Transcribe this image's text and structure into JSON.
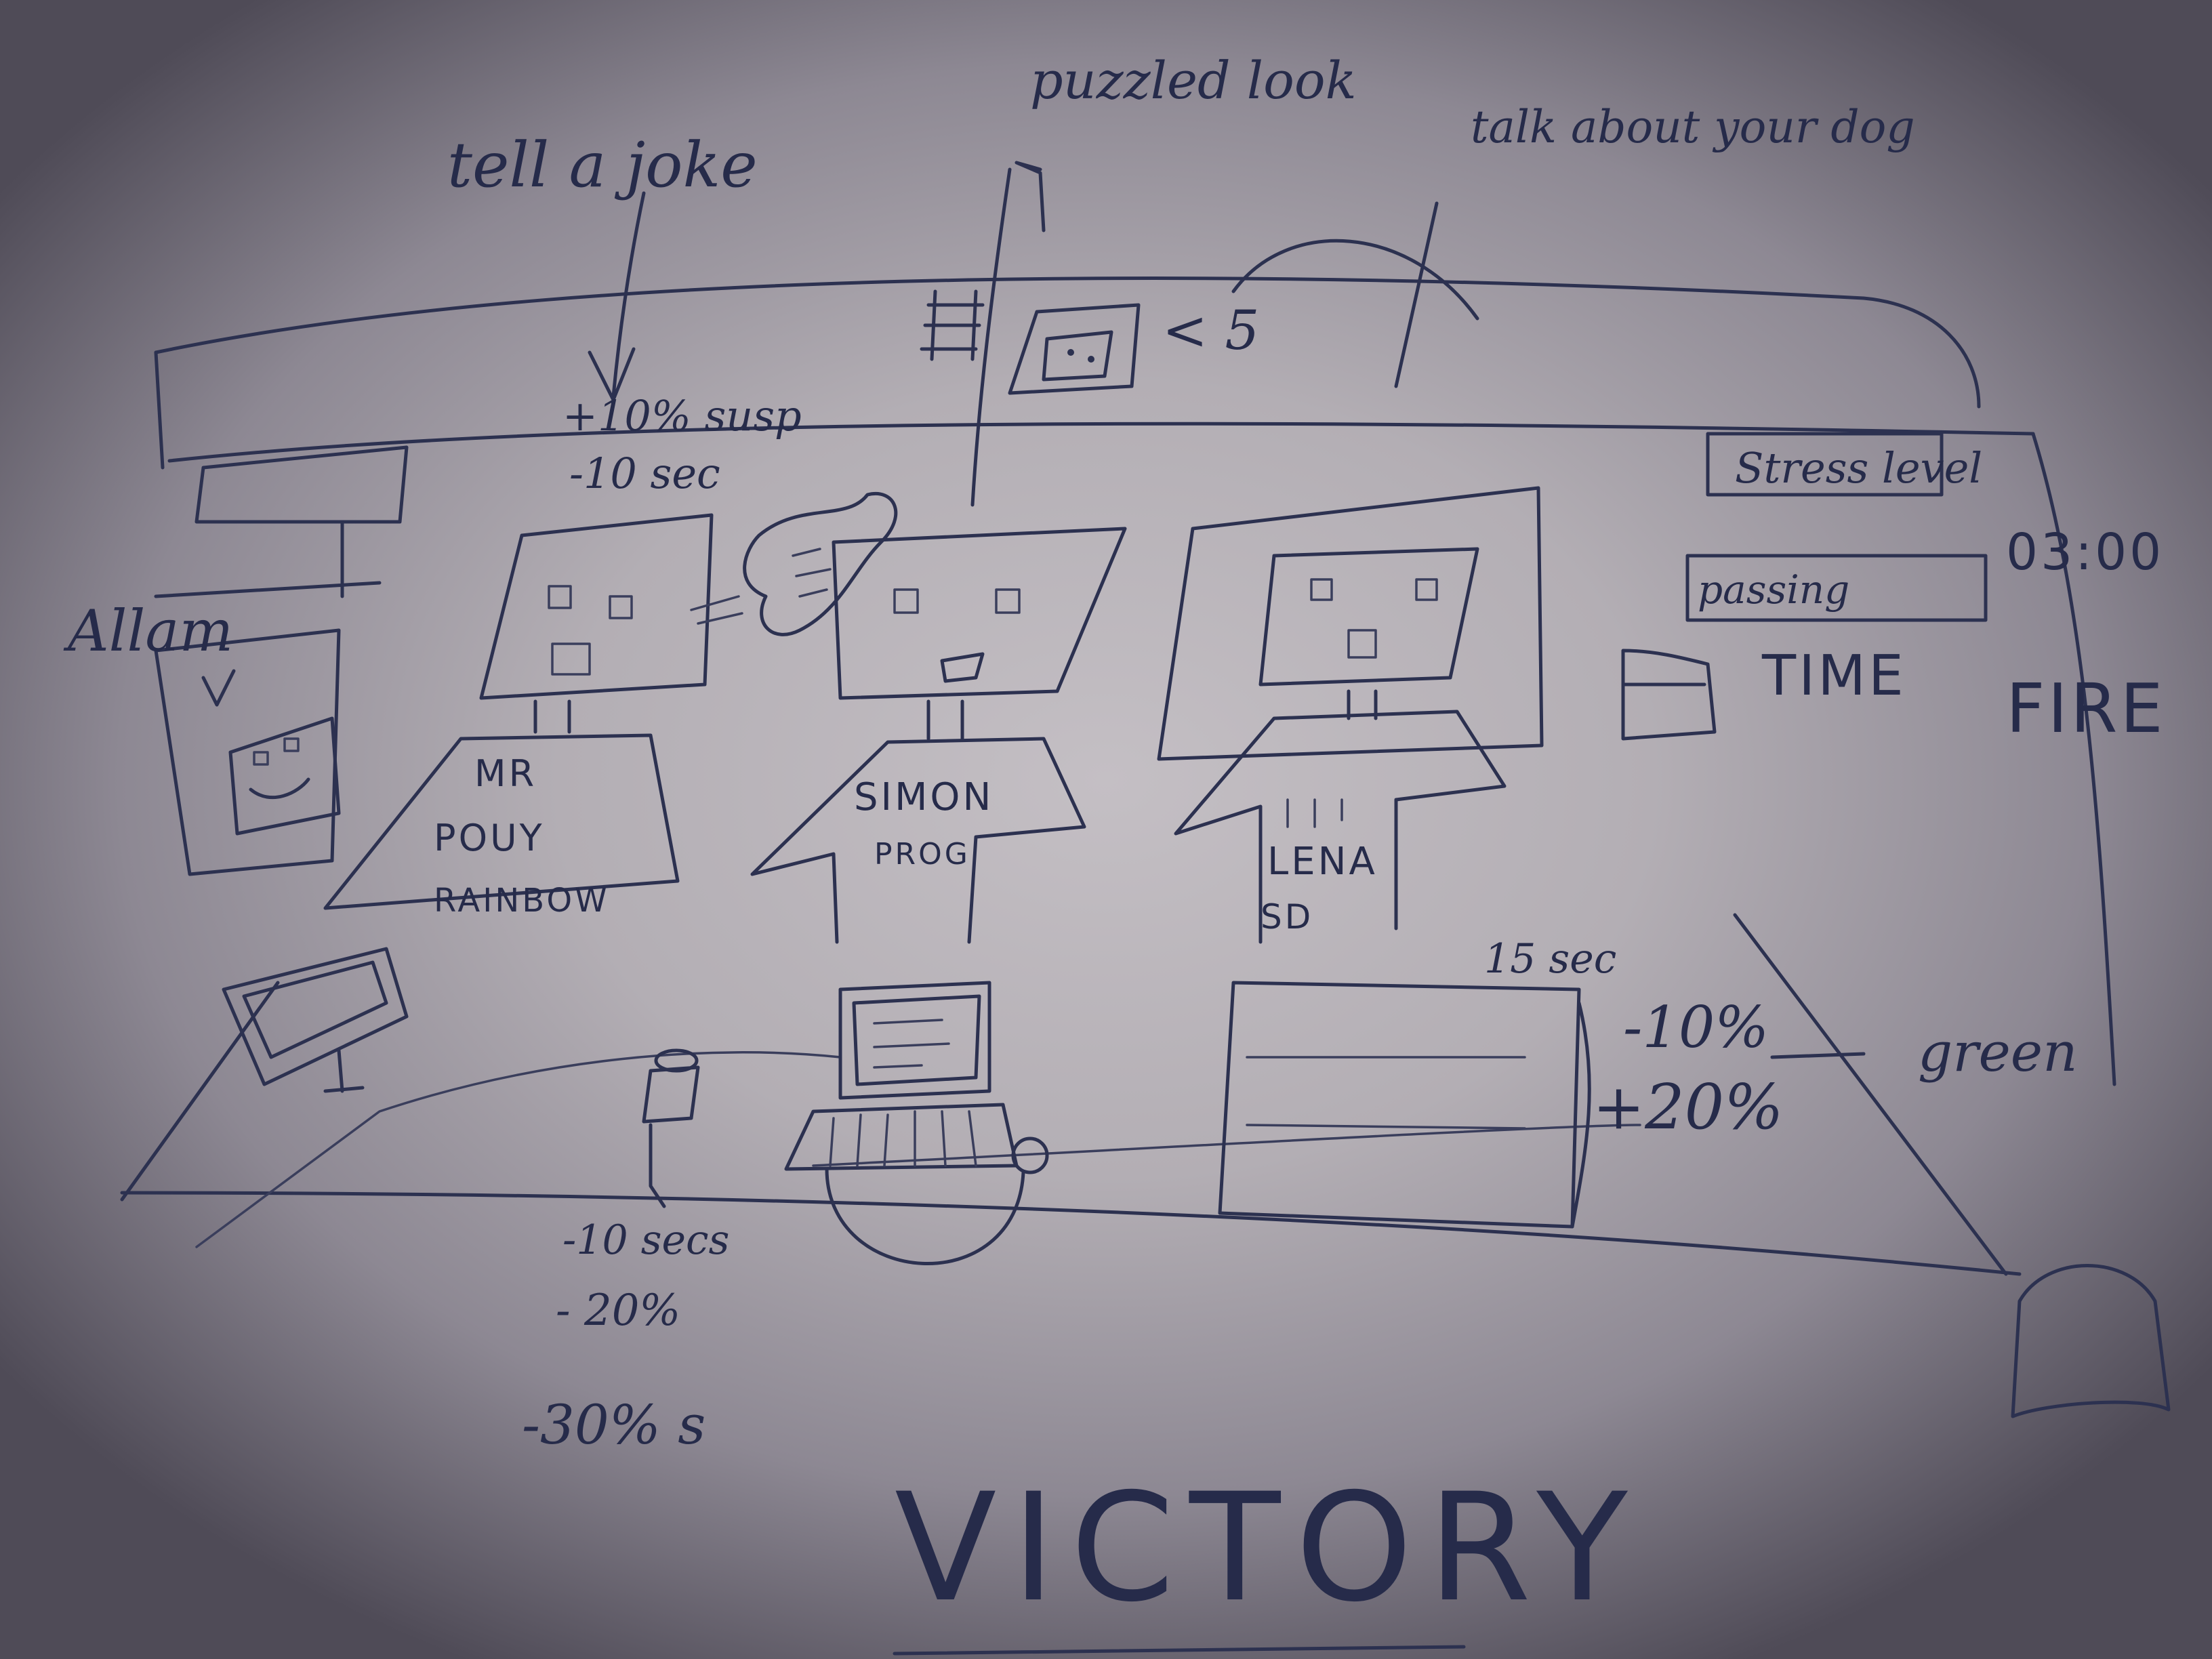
{
  "annotations": {
    "tell_a_joke": "tell a joke",
    "puzzled_look": "puzzled look",
    "talk_about_your_dog": "talk about your dog",
    "joke_effect_1": "+10% susp",
    "joke_effect_2": "-10 sec",
    "poster_label": "Allam",
    "puzzle_compare": "< 5",
    "slow_time": "15 sec",
    "effect_minus10": "-10%",
    "effect_plus20": "+20%",
    "green_label": "green",
    "coffee_1": "-10 secs",
    "coffee_2": "- 20%",
    "coffee_3": "-30% s"
  },
  "characters": [
    {
      "name": "MR",
      "line2": "POUY",
      "line3": "RAINBOW"
    },
    {
      "name": "SIMON",
      "line2": "PROG"
    },
    {
      "name": "LENA",
      "line2": "SD"
    }
  ],
  "hud": {
    "stress_label": "Stress level",
    "passing_label": "passing",
    "time_value": "03:00",
    "time_label": "TIME",
    "fire_label": "FIRE"
  },
  "victory": "VICTORY"
}
